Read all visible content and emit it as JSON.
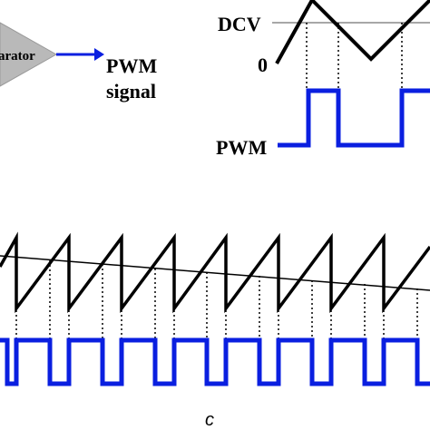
{
  "top_diagram": {
    "comparator_label": "arator",
    "output_label_line1": "PWM",
    "output_label_line2": "signal"
  },
  "waveform_top": {
    "dcv_label": "DCV",
    "zero_label": "0",
    "pwm_label": "PWM"
  },
  "waveform_bottom": {
    "caption": "c"
  },
  "colors": {
    "pwm_signal": "#0a1fe0",
    "carrier": "#000000",
    "comparator": "#b9b9b9",
    "reference_line": "#8a8a8a"
  },
  "icons": {
    "comparator": "comparator-triangle-icon",
    "arrow": "arrow-right-icon"
  }
}
